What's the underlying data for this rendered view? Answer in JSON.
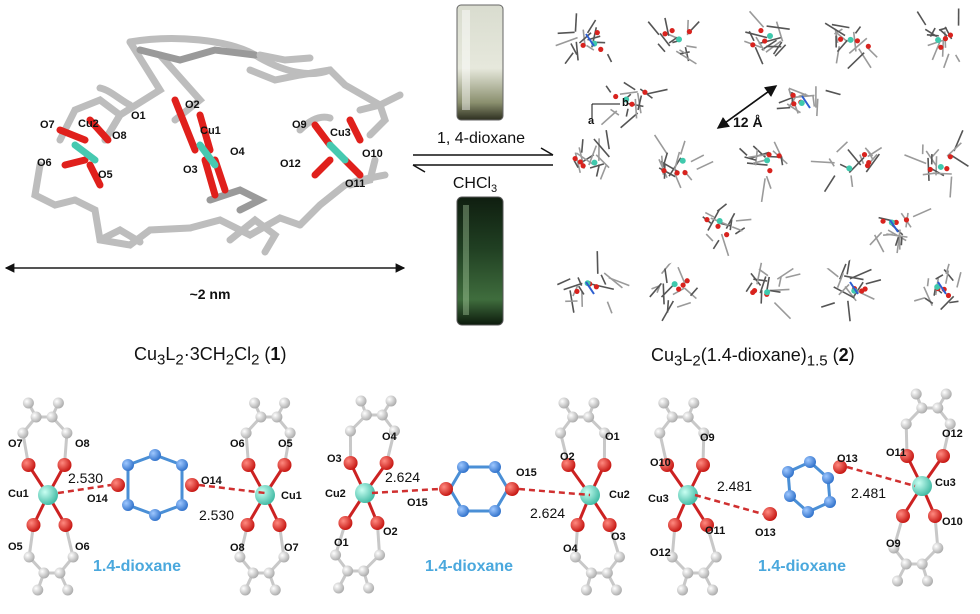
{
  "top_left": {
    "atom_labels": {
      "o1": "O1",
      "o2": "O2",
      "cu1": "Cu1",
      "o4": "O4",
      "o3": "O3",
      "o7": "O7",
      "cu2": "Cu2",
      "o8": "O8",
      "o6": "O6",
      "o5": "O5",
      "o9": "O9",
      "cu3": "Cu3",
      "o10": "O10",
      "o12": "O12",
      "o11": "O11"
    },
    "size_label": "~2 nm",
    "formula": {
      "main": "Cu",
      "s1": "3",
      "l": "L",
      "s2": "2",
      "mid": "·3CH",
      "s3": "2",
      "cl": "Cl",
      "s4": "2",
      "tag": "1"
    }
  },
  "middle": {
    "forward_condition": "1, 4-dioxane",
    "reverse_condition": "CHCl",
    "reverse_sub": "3"
  },
  "top_right": {
    "pore_label": "12 Å",
    "axis_b": "b",
    "axis_a": "a",
    "formula": {
      "main": "Cu",
      "s1": "3",
      "l": "L",
      "s2": "2",
      "mid": "(1.4-dioxane)",
      "s3": "1.5",
      "tag": "2"
    }
  },
  "bottom": {
    "panel1": {
      "labels": {
        "o7": "O7",
        "o8": "O8",
        "cu_left": "Cu1",
        "o14a": "O14",
        "o5": "O5",
        "o6": "O6",
        "o6r": "O6",
        "o5r": "O5",
        "o14b": "O14",
        "cu_right": "Cu1",
        "o8r": "O8",
        "o7r": "O7"
      },
      "dist_top": "2.530",
      "dist_bottom": "2.530",
      "ligand": "1.4-dioxane"
    },
    "panel2": {
      "labels": {
        "o3": "O3",
        "o4": "O4",
        "cu_left": "Cu2",
        "o15a": "O15",
        "o1": "O1",
        "o2": "O2",
        "o2r": "O2",
        "o1r": "O1",
        "o15b": "O15",
        "cu_right": "Cu2",
        "o4r": "O4",
        "o3r": "O3"
      },
      "dist_top": "2.624",
      "dist_bottom": "2.624",
      "ligand": "1.4-dioxane"
    },
    "panel3": {
      "labels": {
        "o9": "O9",
        "o10": "O10",
        "cu_left": "Cu3",
        "o12": "O12",
        "o11": "O11",
        "o13a": "O13",
        "o13b": "O13",
        "o12r": "O12",
        "o11r": "O11",
        "cu_right": "Cu3",
        "o10r": "O10",
        "o9r": "O9"
      },
      "dist_left": "2.481",
      "dist_right": "2.481",
      "ligand": "1.4-dioxane"
    }
  }
}
